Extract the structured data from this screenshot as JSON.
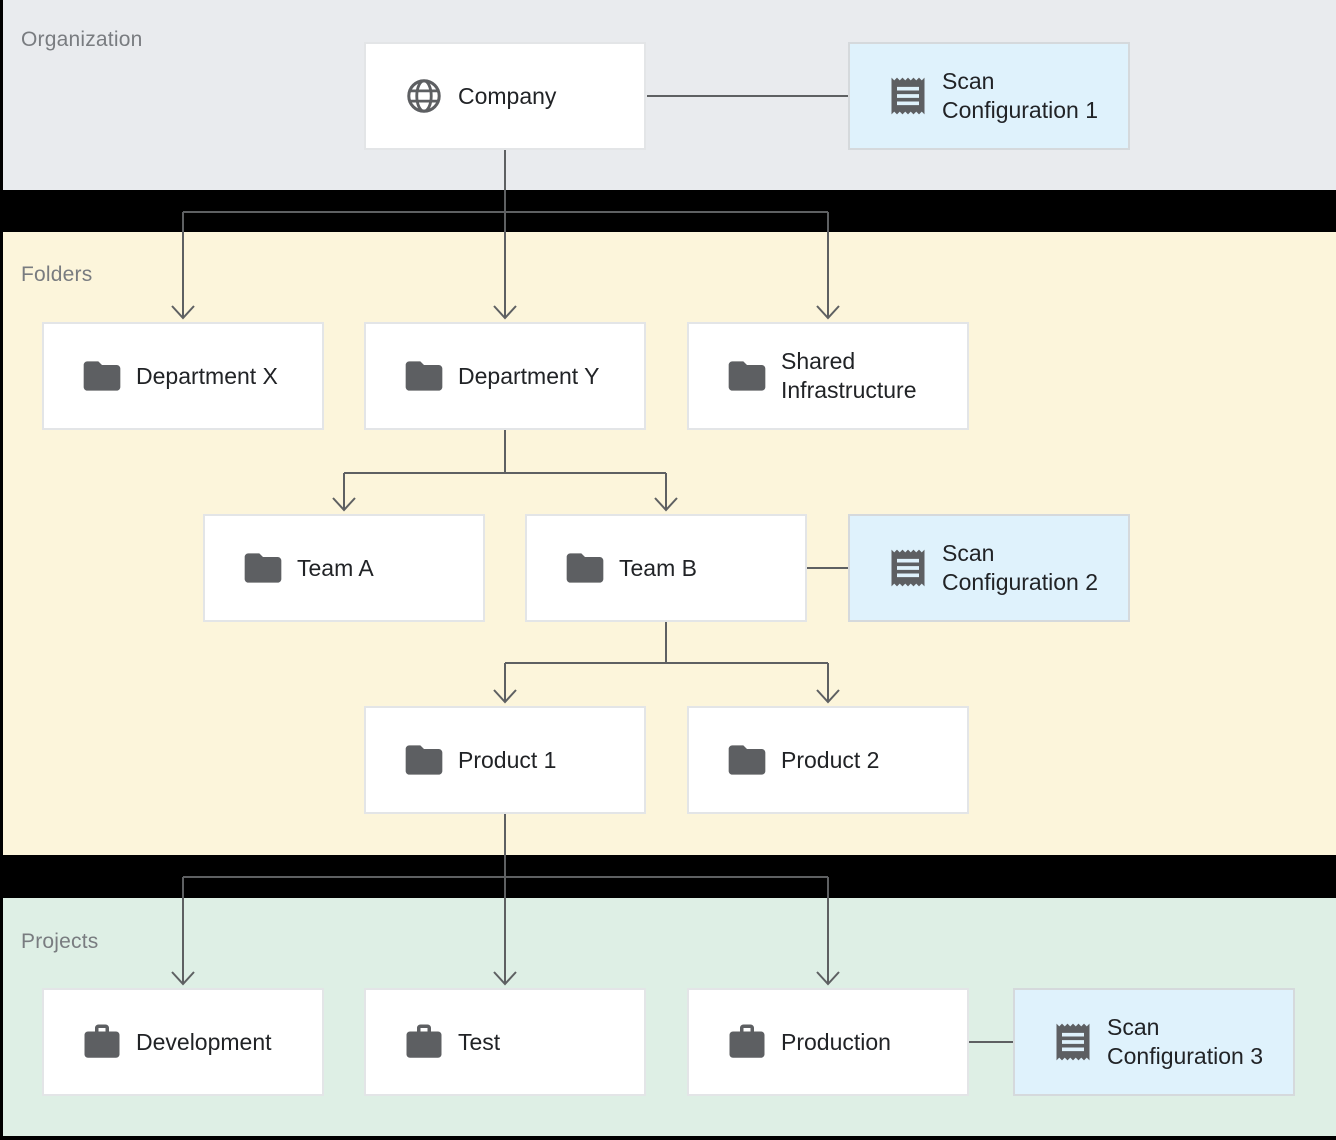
{
  "diagram": {
    "bands": {
      "organization": {
        "label": "Organization"
      },
      "folders": {
        "label": "Folders"
      },
      "projects": {
        "label": "Projects"
      }
    },
    "nodes": {
      "company": {
        "label": "Company",
        "icon": "globe"
      },
      "scan_config_1": {
        "label": "Scan Configuration 1",
        "icon": "receipt"
      },
      "department_x": {
        "label": "Department X",
        "icon": "folder"
      },
      "department_y": {
        "label": "Department Y",
        "icon": "folder"
      },
      "shared_infrastructure": {
        "label": "Shared Infrastructure",
        "icon": "folder"
      },
      "team_a": {
        "label": "Team A",
        "icon": "folder"
      },
      "team_b": {
        "label": "Team B",
        "icon": "folder"
      },
      "scan_config_2": {
        "label": "Scan Configuration 2",
        "icon": "receipt"
      },
      "product_1": {
        "label": "Product 1",
        "icon": "folder"
      },
      "product_2": {
        "label": "Product 2",
        "icon": "folder"
      },
      "development": {
        "label": "Development",
        "icon": "briefcase"
      },
      "test": {
        "label": "Test",
        "icon": "briefcase"
      },
      "production": {
        "label": "Production",
        "icon": "briefcase"
      },
      "scan_config_3": {
        "label": "Scan Configuration 3",
        "icon": "receipt"
      }
    },
    "colors": {
      "organization_band": "#e9ebee",
      "folders_band": "#fcf5db",
      "projects_band": "#deefe5",
      "scan_config_fill": "#dff2fc",
      "node_fill": "#ffffff",
      "connector": "#5e6062",
      "icon": "#5d5f62",
      "label_text": "#212326",
      "band_label_text": "#797c80"
    }
  }
}
